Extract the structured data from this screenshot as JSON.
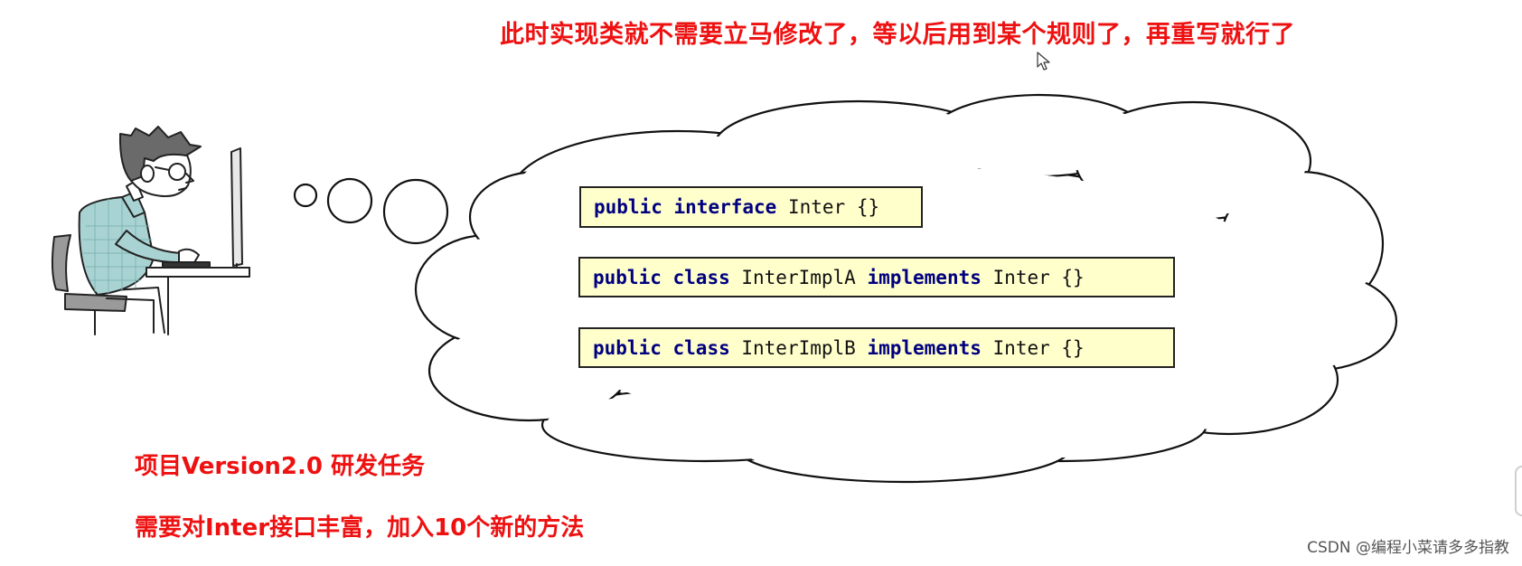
{
  "header": {
    "note": "此时实现类就不需要立马修改了，等以后用到某个规则了，再重写就行了"
  },
  "code": {
    "line1": {
      "kw1": "public",
      "kw2": "interface",
      "rest": " Inter {}"
    },
    "line2": {
      "kw1": "public",
      "kw2": "class",
      "name": " InterImplA ",
      "kw3": "implements",
      "rest": " Inter {}"
    },
    "line3": {
      "kw1": "public",
      "kw2": "class",
      "name": " InterImplB ",
      "kw3": "implements",
      "rest": " Inter {}"
    }
  },
  "task": {
    "title": "项目Version2.0  研发任务",
    "description": "需要对Inter接口丰富，加入10个新的方法"
  },
  "watermark": "CSDN @编程小菜请多多指教",
  "colors": {
    "note_red": "#ee1111",
    "keyword_blue": "#000080",
    "code_background": "#ffffcc"
  },
  "icons": {
    "cursor": "mouse-pointer-icon",
    "person": "programmer-at-computer-illustration",
    "bubble": "thought-bubble-cloud"
  }
}
